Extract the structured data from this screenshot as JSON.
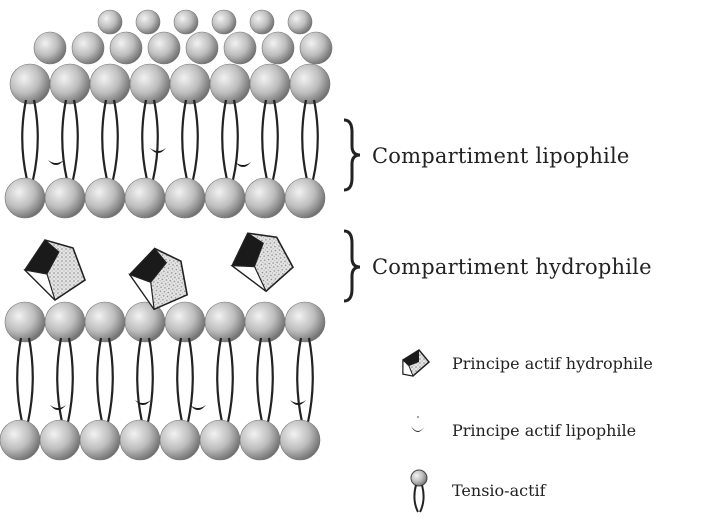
{
  "labels": {
    "lipophilic_compartment": "Compartiment lipophile",
    "hydrophilic_compartment": "Compartiment hydrophile"
  },
  "legend": {
    "hydrophilic_active": "Principe actif hydrophile",
    "lipophilic_active": "Principe actif lipophile",
    "surfactant": "Tensio-actif"
  },
  "colors": {
    "ink": "#222222",
    "head_shade": "#8a8a8a",
    "head_light": "#d8d8d8",
    "dark_face": "#1a1a1a"
  }
}
